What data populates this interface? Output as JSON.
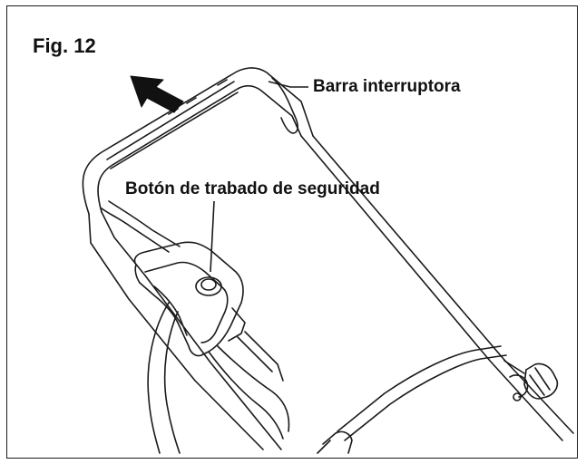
{
  "figure": {
    "title": "Fig. 12"
  },
  "callouts": {
    "switch_bar": "Barra interruptora",
    "safety_lock_button": "Botón de trabado de seguridad"
  },
  "colors": {
    "line": "#1a1a1a",
    "background": "#ffffff"
  },
  "icons": {
    "direction_arrow": "arrow-up-left-icon"
  }
}
